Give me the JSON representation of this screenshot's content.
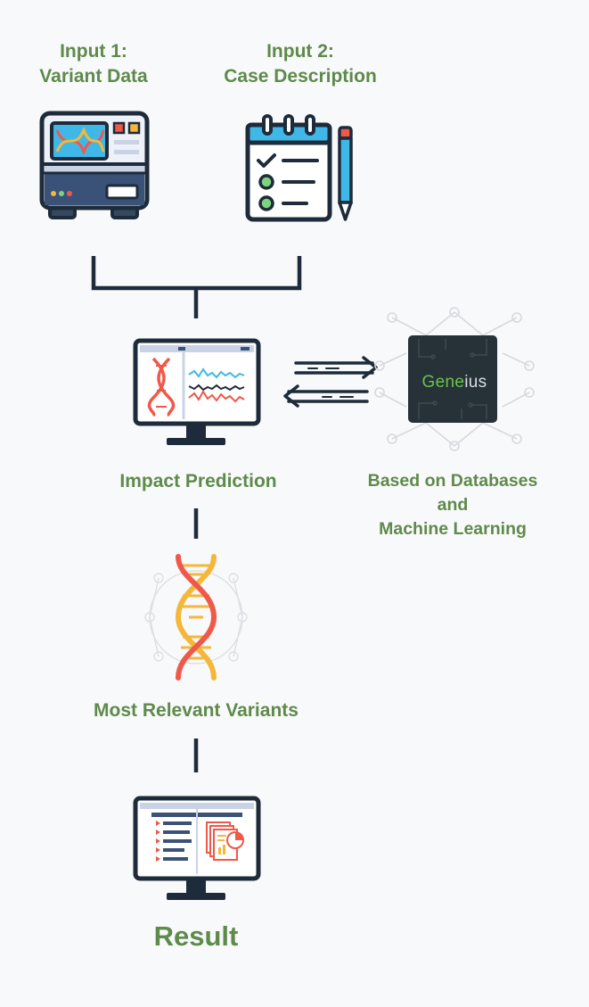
{
  "input1": {
    "line1": "Input 1:",
    "line2": "Variant Data"
  },
  "input2": {
    "line1": "Input 2:",
    "line2": "Case Description"
  },
  "impact_label": "Impact Prediction",
  "based_on": {
    "line1": "Based on Databases",
    "line2": "and",
    "line3": "Machine Learning"
  },
  "chip": {
    "brand_green": "Gene",
    "brand_white": "ius"
  },
  "most_relevant_label": "Most Relevant Variants",
  "result_label": "Result",
  "colors": {
    "label_green": "#5e8a4a",
    "outline": "#1d2b3a",
    "dna_red": "#f0584a",
    "dna_yellow": "#f4b73a",
    "screen_blue": "#3fb8e8",
    "check_green": "#7ed37f",
    "chip_dark": "#263238"
  },
  "icons": [
    "lab-machine-icon",
    "clipboard-checklist-icon",
    "pencil-icon",
    "monitor-dna-chart-icon",
    "exchange-arrows-icon",
    "ai-chip-icon",
    "dna-helix-icon",
    "monitor-report-icon"
  ]
}
